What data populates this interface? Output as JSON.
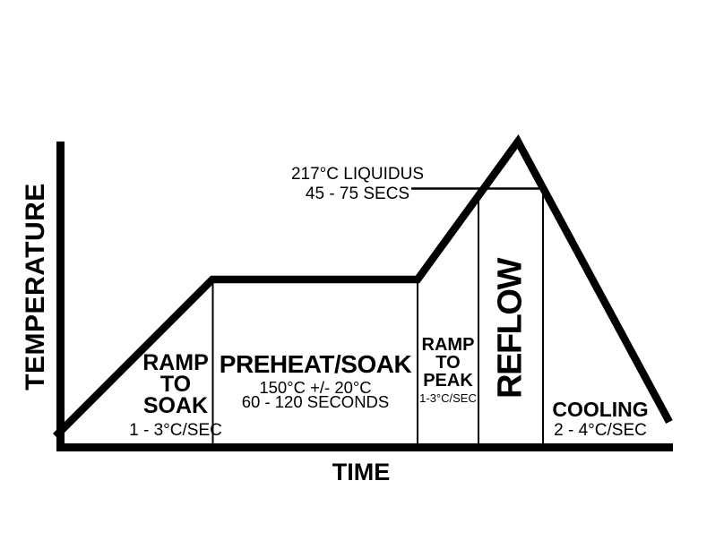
{
  "axes": {
    "y_label": "TEMPERATURE",
    "x_label": "TIME"
  },
  "annotation": {
    "line1": "217°C LIQUIDUS",
    "line2": "45 - 75 SECS"
  },
  "stages": {
    "ramp_to_soak": {
      "line1": "RAMP",
      "line2": "TO",
      "line3": "SOAK",
      "rate": "1 - 3°C/SEC"
    },
    "preheat_soak": {
      "title": "PREHEAT/SOAK",
      "temp": "150°C +/- 20°C",
      "duration": "60 - 120 SECONDS"
    },
    "ramp_to_peak": {
      "line1": "RAMP",
      "line2": "TO",
      "line3": "PEAK",
      "rate": "1-3°C/SEC"
    },
    "reflow": {
      "title": "REFLOW"
    },
    "cooling": {
      "title": "COOLING",
      "rate": "2 - 4°C/SEC"
    }
  },
  "colors": {
    "ink": "#000000",
    "background": "#ffffff"
  }
}
